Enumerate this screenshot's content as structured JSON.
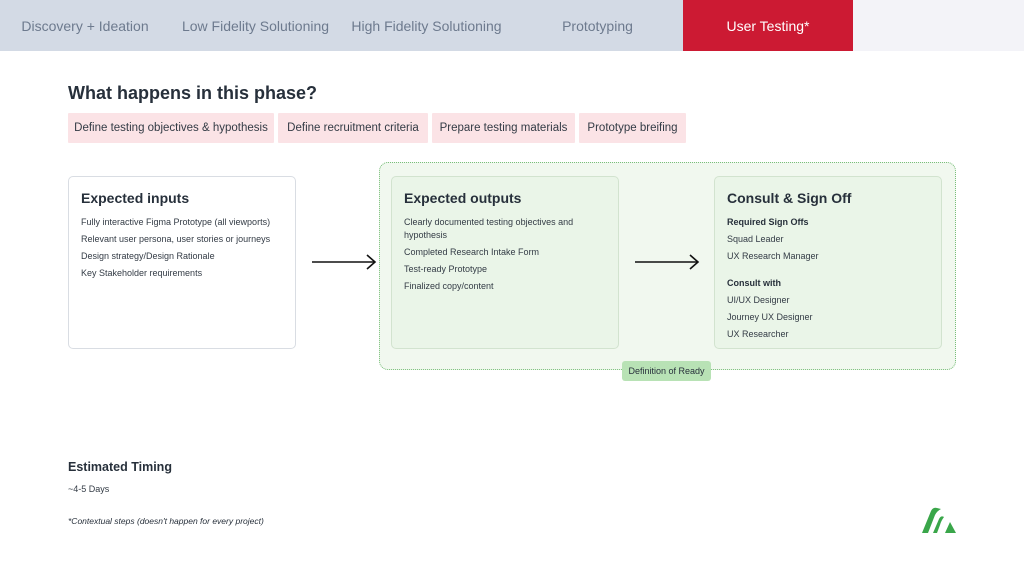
{
  "nav": {
    "tabs": [
      {
        "label": "Discovery + Ideation",
        "active": false
      },
      {
        "label": "Low Fidelity Solutioning",
        "active": false
      },
      {
        "label": "High Fidelity Solutioning",
        "active": false
      },
      {
        "label": "Prototyping",
        "active": false
      },
      {
        "label": "User Testing*",
        "active": true
      }
    ]
  },
  "phase": {
    "heading": "What happens in this phase?",
    "chips": [
      "Define testing objectives & hypothesis",
      "Define recruitment criteria",
      "Prepare testing materials",
      "Prototype breifing"
    ]
  },
  "inputs": {
    "title": "Expected inputs",
    "items": [
      "Fully interactive Figma Prototype (all viewports)",
      "Relevant user persona, user stories or journeys",
      "Design strategy/Design Rationale",
      "Key Stakeholder requirements"
    ]
  },
  "outputs": {
    "title": "Expected outputs",
    "items": [
      "Clearly documented testing objectives and hypothesis",
      "Completed Research Intake Form",
      "Test-ready Prototype",
      "Finalized copy/content"
    ]
  },
  "signoff": {
    "title": "Consult & Sign Off",
    "required_label": "Required Sign Offs",
    "required": [
      "Squad Leader",
      "UX Research Manager"
    ],
    "consult_label": "Consult with",
    "consult": [
      "UI/UX Designer",
      "Journey UX Designer",
      "UX Researcher"
    ]
  },
  "ready_label": "Definition of Ready",
  "timing": {
    "heading": "Estimated Timing",
    "value": "~4-5 Days"
  },
  "footnote": "*Contextual steps (doesn't happen for every project)",
  "colors": {
    "accent_red": "#cc1a33",
    "tab_bg": "#d3dae5",
    "chip_bg": "#fbe3e6",
    "green_card": "#eaf5e8",
    "green_border": "#79be7a",
    "ready_bg": "#b8e2b5",
    "logo_green": "#3aa64a"
  }
}
